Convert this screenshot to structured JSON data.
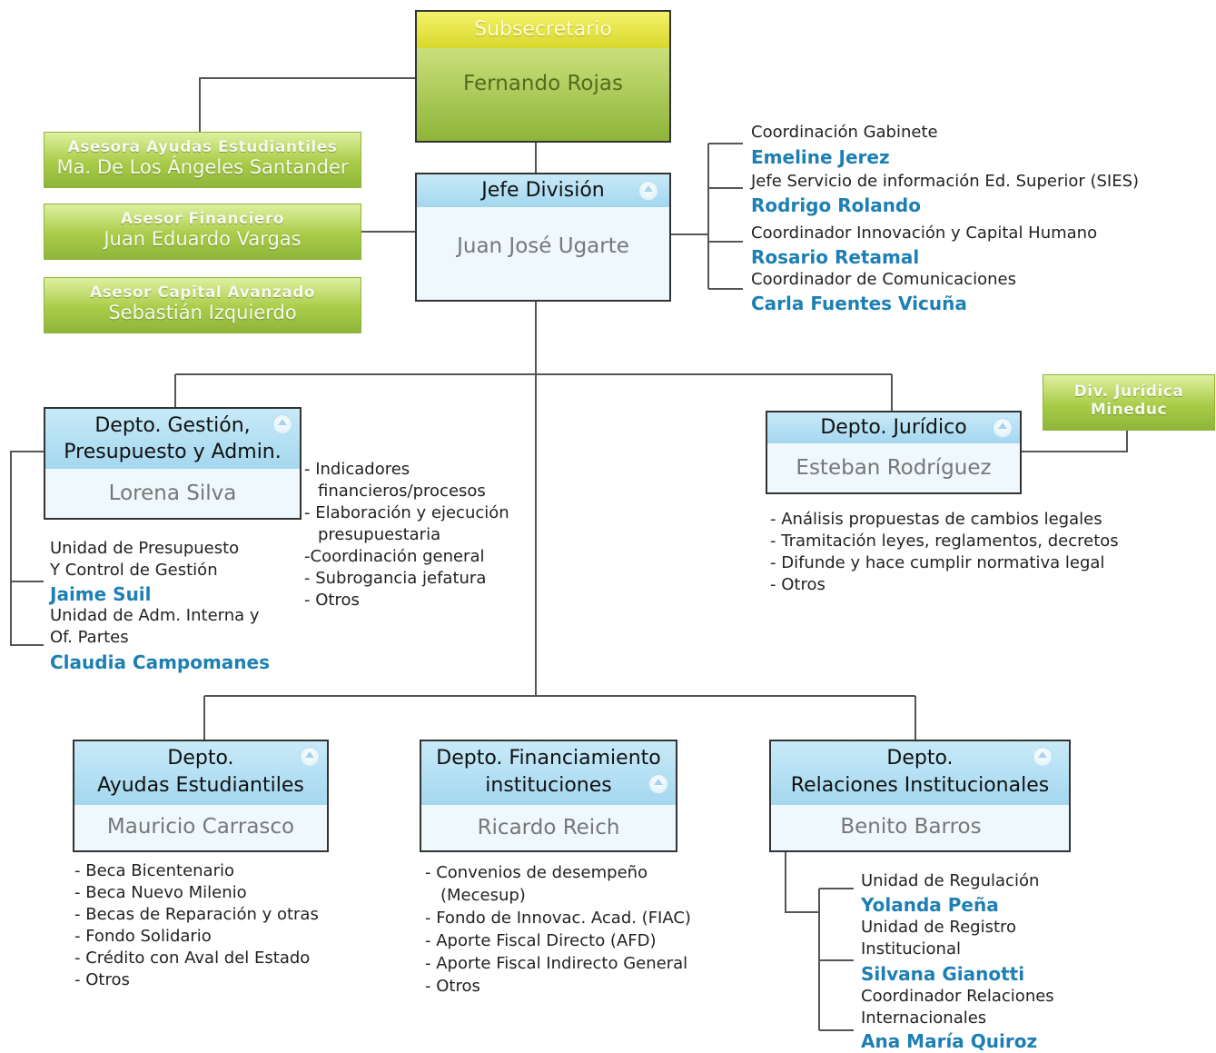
{
  "subsecretario": {
    "title": "Subsecretario",
    "name": "Fernando Rojas"
  },
  "advisors": [
    {
      "title": "Asesora Ayudas Estudiantiles",
      "name": "Ma. De Los Ángeles Santander"
    },
    {
      "title": "Asesor Financiero",
      "name": "Juan Eduardo Vargas"
    },
    {
      "title": "Asesor Capital Avanzado",
      "name": "Sebastián Izquierdo"
    }
  ],
  "jefe_division": {
    "title": "Jefe División",
    "name": "Juan José Ugarte"
  },
  "staff": [
    {
      "role": "Coordinación Gabinete",
      "name": "Emeline Jerez"
    },
    {
      "role": "Jefe Servicio de información Ed. Superior (SIES)",
      "name": "Rodrigo Rolando"
    },
    {
      "role": "Coordinador Innovación y Capital Humano",
      "name": "Rosario Retamal"
    },
    {
      "role": "Coordinador de Comunicaciones",
      "name": "Carla Fuentes Vicuña"
    }
  ],
  "depto_gestion": {
    "title_line1": "Depto. Gestión,",
    "title_line2": "Presupuesto y Admin.",
    "name": "Lorena Silva",
    "functions": [
      "- Indicadores",
      "financieros/procesos",
      "- Elaboración y ejecución",
      "presupuestaria",
      "-Coordinación general",
      "- Subrogancia jefatura",
      "- Otros"
    ],
    "units": [
      {
        "role_line1": "Unidad de Presupuesto",
        "role_line2": "Y Control de Gestión",
        "name": "Jaime Suil"
      },
      {
        "role_line1": "Unidad de Adm. Interna y",
        "role_line2": "Of. Partes",
        "name": "Claudia Campomanes"
      }
    ]
  },
  "depto_juridico": {
    "title": "Depto. Jurídico",
    "name": "Esteban Rodríguez",
    "external_line1": "Div. Jurídica",
    "external_line2": "Mineduc",
    "functions": [
      "- Análisis propuestas de cambios legales",
      "- Tramitación leyes, reglamentos, decretos",
      "- Difunde y hace cumplir normativa legal",
      "- Otros"
    ]
  },
  "depto_ayudas": {
    "title_line1": "Depto.",
    "title_line2": "Ayudas Estudiantiles",
    "name": "Mauricio Carrasco",
    "functions": [
      "- Beca Bicentenario",
      "- Beca Nuevo Milenio",
      "- Becas de Reparación y otras",
      "- Fondo Solidario",
      "- Crédito con Aval del Estado",
      "- Otros"
    ]
  },
  "depto_financiamiento": {
    "title_line1": "Depto. Financiamiento",
    "title_line2": "instituciones",
    "name": "Ricardo Reich",
    "functions": [
      "- Convenios de desempeño",
      "(Mecesup)",
      "- Fondo de Innovac. Acad. (FIAC)",
      "- Aporte Fiscal Directo (AFD)",
      "- Aporte Fiscal Indirecto General",
      "- Otros"
    ]
  },
  "depto_relaciones": {
    "title_line1": "Depto.",
    "title_line2": "Relaciones Institucionales",
    "name": "Benito Barros",
    "units": [
      {
        "role_line1": "Unidad de Regulación",
        "role_line2": "",
        "name": "Yolanda Peña"
      },
      {
        "role_line1": "Unidad de Registro",
        "role_line2": "Institucional",
        "name": "Silvana Gianotti"
      },
      {
        "role_line1": "Coordinador Relaciones",
        "role_line2": "Internacionales",
        "name": "Ana María Quiroz"
      }
    ]
  },
  "colors": {
    "person_blue": "#1d7fb3",
    "green": "#a9cc48",
    "yellow": "#e6e43a",
    "blue_header": "#b5e0f4"
  }
}
